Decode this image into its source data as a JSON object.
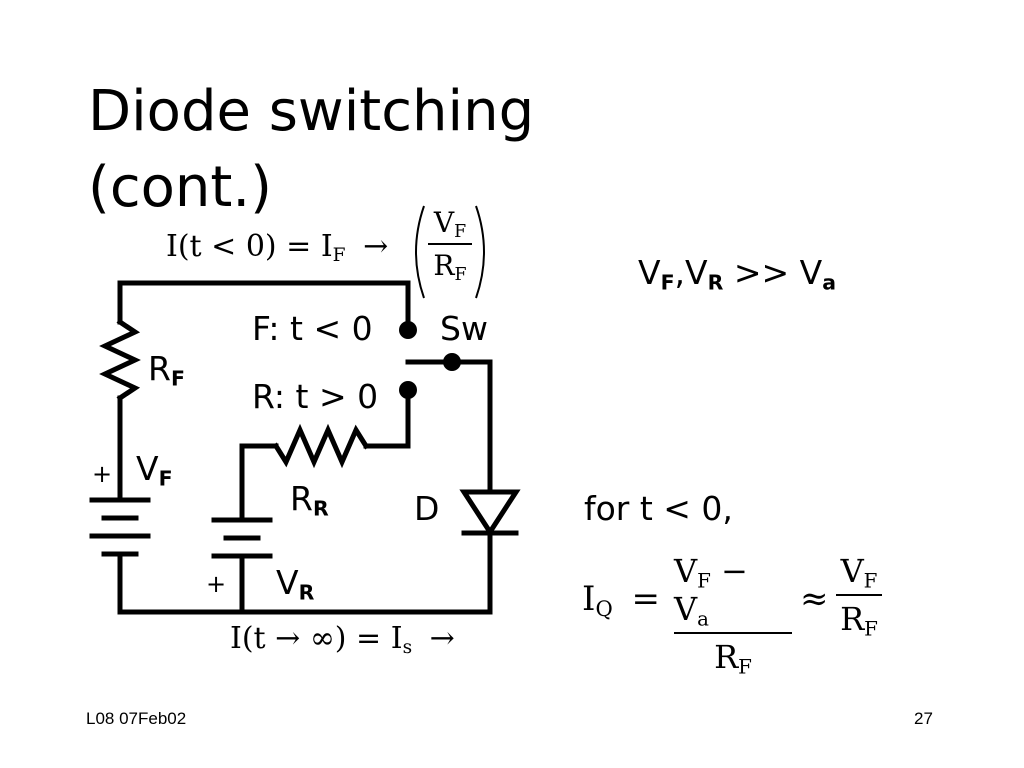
{
  "slide": {
    "title_line1": "Diode switching",
    "title_line2": "(cont.)",
    "footer_left": "L08 07Feb02",
    "footer_right": "27"
  },
  "circuit": {
    "rf_main": "R",
    "rf_sub": "F",
    "vf_main": "V",
    "vf_sub": "F",
    "rr_main": "R",
    "rr_sub": "R",
    "vr_main": "V",
    "vr_sub": "R",
    "plus": "+",
    "diode": "D",
    "switch": "Sw",
    "pos_f": "F:  t < 0",
    "pos_r": "R:  t > 0"
  },
  "equations": {
    "i_before_left": "I(t < 0) = I",
    "i_before_sub": "F",
    "arrow": "→",
    "frac_num_main": "V",
    "frac_num_sub": "F",
    "frac_den_main": "R",
    "frac_den_sub": "F",
    "i_after_left": "I(t → ∞) = I",
    "i_after_sub": "s",
    "cond_vf": "V",
    "cond_vf_sub": "F",
    "cond_comma": ",",
    "cond_vr": "V",
    "cond_vr_sub": "R",
    "cond_rest": " >> V",
    "cond_va_sub": "a",
    "for_text": "for  t < 0,",
    "iq_main": "I",
    "iq_sub": "Q",
    "eq": "=",
    "num1_a": "V",
    "num1_a_sub": "F",
    "num1_minus": " − V",
    "num1_b_sub": "a",
    "den1": "R",
    "den1_sub": "F",
    "approx": "≈",
    "num2": "V",
    "num2_sub": "F",
    "den2": "R",
    "den2_sub": "F"
  }
}
